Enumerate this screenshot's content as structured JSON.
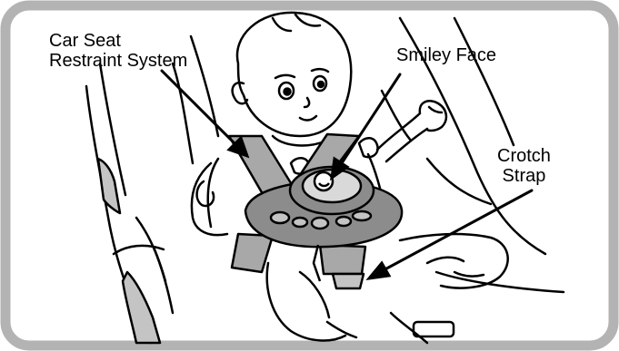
{
  "labels": {
    "car_seat_line1": "Car Seat",
    "car_seat_line2": "Restraint System",
    "smiley_face": "Smiley Face",
    "crotch_line1": "Crotch",
    "crotch_line2": "Strap"
  },
  "colors": {
    "frame_border": "#b3b3b3",
    "line": "#000000",
    "tray_fill": "#8c8c8c",
    "harness_fill": "#a8a8a8",
    "seat_fill": "#c4c4c4",
    "background": "#ffffff"
  }
}
